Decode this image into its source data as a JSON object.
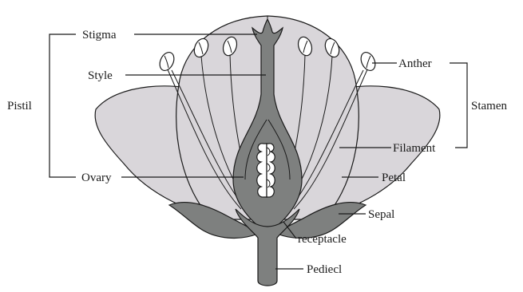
{
  "labels": {
    "stigma": "Stigma",
    "style": "Style",
    "pistil": "Pistil",
    "ovary": "Ovary",
    "anther": "Anther",
    "stamen": "Stamen",
    "filament": "Filament",
    "petal": "Petal",
    "sepal": "Sepal",
    "receptacle": "receptacle",
    "pedicel": "Pediecl"
  },
  "colors": {
    "petal_fill": "#d9d6da",
    "pistil_fill": "#7e807f",
    "sepal_fill": "#7e807f",
    "anther_fill": "#ffffff",
    "outline": "#1a1a1a"
  }
}
